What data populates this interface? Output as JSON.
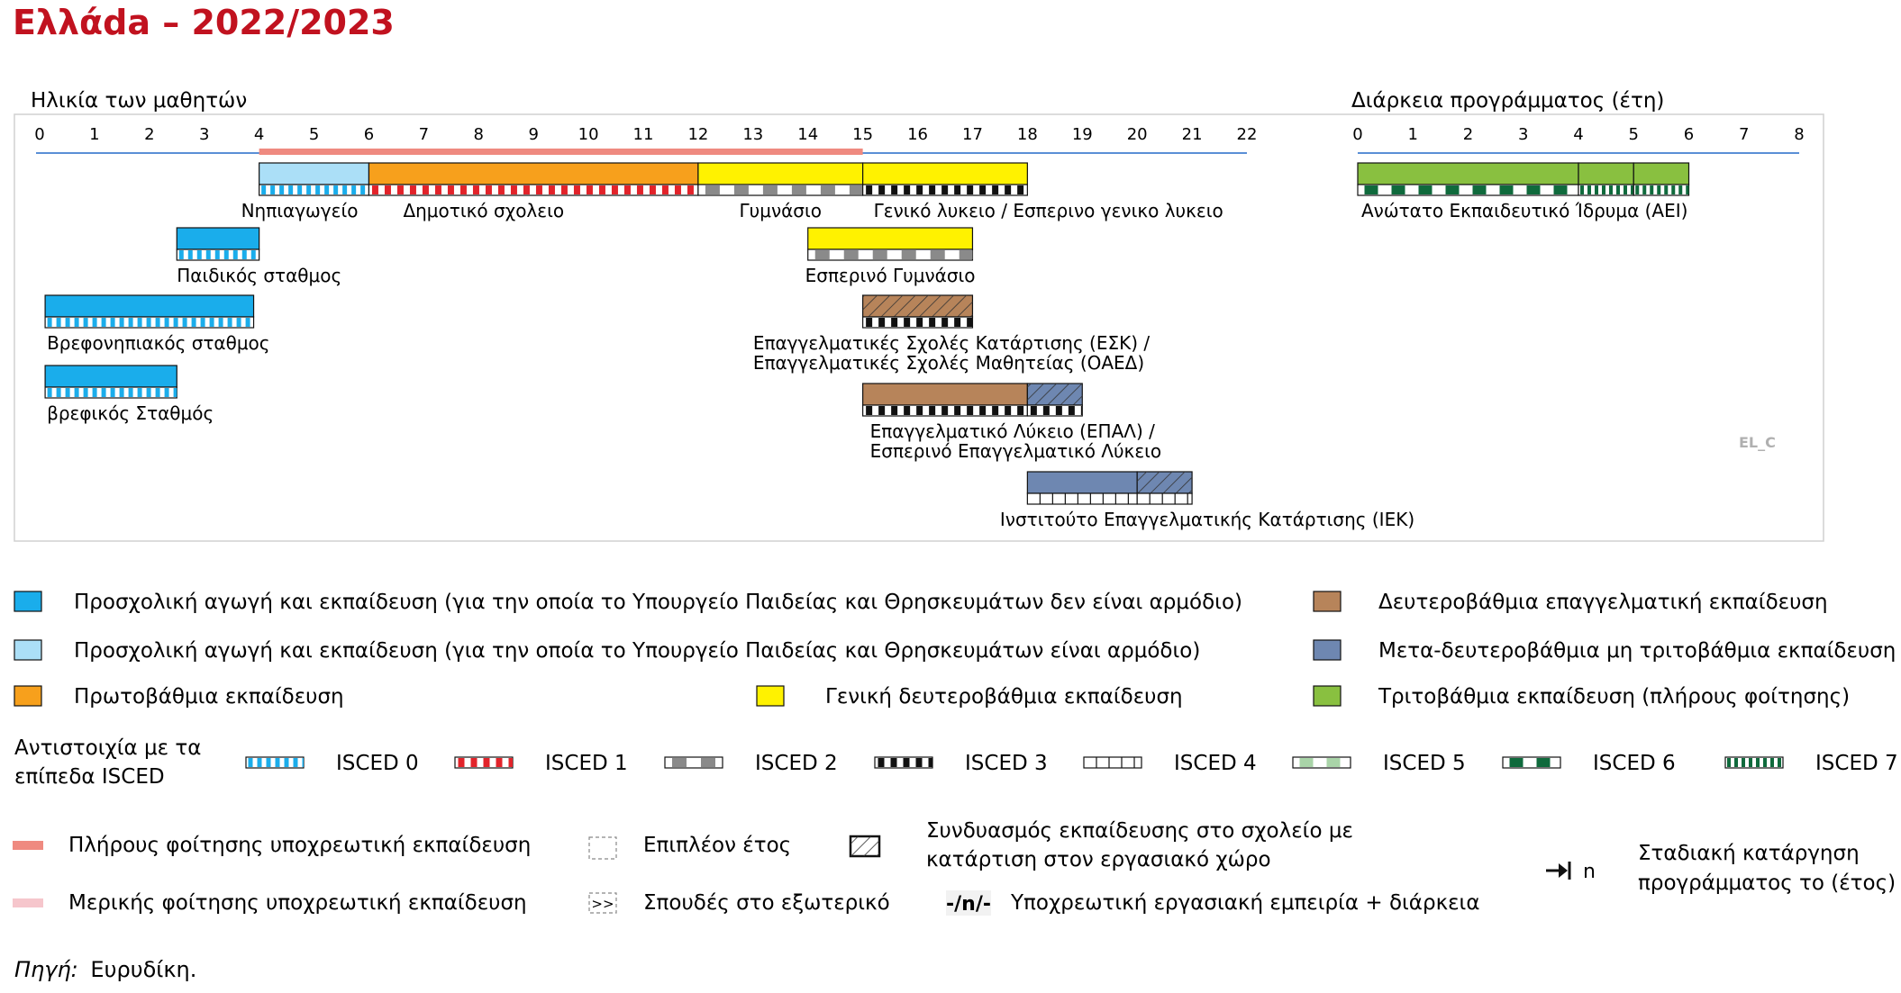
{
  "header": {
    "title": "Ελλάda  – 2022/2023",
    "age_axis_title": "Ηλικία των μαθητών",
    "duration_axis_title": "Διάρκεια προγράμματος (έτη)",
    "country_code": "EL_C"
  },
  "age_axis": {
    "ticks": [
      0,
      1,
      2,
      3,
      4,
      5,
      6,
      7,
      8,
      9,
      10,
      11,
      12,
      13,
      14,
      15,
      16,
      17,
      18,
      19,
      20,
      21,
      22
    ]
  },
  "duration_axis": {
    "ticks": [
      0,
      1,
      2,
      3,
      4,
      5,
      6,
      7,
      8
    ]
  },
  "compulsory_education": {
    "full_time": [
      4,
      15
    ]
  },
  "colors": {
    "preschool_not_ministry": "#1aadeb",
    "preschool_ministry": "#abdff7",
    "primary": "#f7a01c",
    "general_secondary": "#fff200",
    "secondary_vocational": "#b7845a",
    "post_secondary": "#6e87b1",
    "tertiary": "#89c040",
    "isced0": "#1aadeb",
    "isced1": "#e2232a",
    "isced2": "#8a8a8a",
    "isced3": "#111111",
    "isced4": "#ffffff",
    "isced5": "#a9d4a8",
    "isced6": "#0f6a3c",
    "isced7": "#0f6a3c",
    "compulsory_full": "#ef8a80",
    "compulsory_part": "#f6c6cc",
    "title_red": "#c1121f",
    "axis_blue": "#5a8fd6"
  },
  "programmes": [
    {
      "id": "nipiagogeio",
      "label": "Νηπιαγωγείο",
      "start": 4,
      "end": 6,
      "fill": "preschool_ministry",
      "isced": "isced0",
      "row": 0
    },
    {
      "id": "dimotiko",
      "label": "Δημοτικό σχολειο",
      "start": 6,
      "end": 12,
      "fill": "primary",
      "isced": "isced1",
      "row": 0
    },
    {
      "id": "gymnasio",
      "label": "Γυμνάσιο",
      "start": 12,
      "end": 15,
      "fill": "general_secondary",
      "isced": "isced2",
      "row": 0
    },
    {
      "id": "geniko_lykeio",
      "label": "Γενικό λυκειο / Εσπερινο γενικο λυκειο",
      "start": 15,
      "end": 18,
      "fill": "general_secondary",
      "isced": "isced3",
      "row": 0
    },
    {
      "id": "paidikos",
      "label": "Παιδικός σταθμος",
      "start": 2.5,
      "end": 4,
      "fill": "preschool_not_ministry",
      "isced": "isced0",
      "row": 1
    },
    {
      "id": "esperino_gymnasio",
      "label": "Εσπερινό Γυμνάσιο",
      "start": 14,
      "end": 17,
      "fill": "general_secondary",
      "isced": "isced2",
      "row": 1
    },
    {
      "id": "vrefonipiakos",
      "label": "Βρεφονηπιακός σταθμος",
      "start": 0.1,
      "end": 3.9,
      "fill": "preschool_not_ministry",
      "isced": "isced0",
      "row": 2
    },
    {
      "id": "esk",
      "label": "Επαγγελματικές Σχολές Κατάρτισης (ΕΣΚ) /",
      "label2": "Επαγγελματικές Σχολές Μαθητείας (ΟΑΕΔ)",
      "start": 15,
      "end": 17,
      "fill": "secondary_vocational",
      "isced": "isced3",
      "row": 2,
      "work_based": true
    },
    {
      "id": "vrefikos",
      "label": "βρεφικός Σταθμός",
      "start": 0.1,
      "end": 2.5,
      "fill": "preschool_not_ministry",
      "isced": "isced0",
      "row": 3
    },
    {
      "id": "epal",
      "label": "Επαγγελματικό Λύκειο (ΕΠΑΛ) /",
      "label2": "Εσπερινό Επαγγελματικό Λύκειο",
      "start": 15,
      "end": 18,
      "fill": "secondary_vocational",
      "isced": "isced3",
      "row": 3,
      "extra_year": [
        18,
        19
      ]
    },
    {
      "id": "iek",
      "label": "Ινστιτούτο Επαγγελματικής Κατάρτισης (ΙΕΚ)",
      "start": 18,
      "end": 20,
      "fill": "post_secondary",
      "isced": "isced4",
      "row": 4,
      "work_based_part": [
        20,
        21
      ]
    }
  ],
  "tertiary": {
    "label": "Ανώτατο Εκπαιδευτικό Ίδρυμα (ΑΕΙ)",
    "segments": [
      {
        "start": 0,
        "end": 4,
        "isced": "isced6"
      },
      {
        "start": 4,
        "end": 5,
        "isced": "isced7"
      },
      {
        "start": 5,
        "end": 6,
        "isced": "isced7"
      }
    ]
  },
  "legend": {
    "categories": [
      {
        "key": "preschool_not_ministry",
        "label": "Προσχολική αγωγή και εκπαίδευση (για την οποία το Υπουργείο Παιδείας και Θρησκευμάτων δεν είναι αρμόδιο)"
      },
      {
        "key": "preschool_ministry",
        "label": "Προσχολική αγωγή και εκπαίδευση (για την οποία το Υπουργείο Παιδείας και Θρησκευμάτων είναι αρμόδιο)"
      },
      {
        "key": "primary",
        "label": "Πρωτοβάθμια εκπαίδευση"
      },
      {
        "key": "general_secondary",
        "label": "Γενική δευτεροβάθμια εκπαίδευση"
      },
      {
        "key": "secondary_vocational",
        "label": "Δευτεροβάθμια επαγγελματική εκπαίδευση"
      },
      {
        "key": "post_secondary",
        "label": "Μετα-δευτεροβάθμια μη τριτοβάθμια εκπαίδευση"
      },
      {
        "key": "tertiary",
        "label": "Τριτοβάθμια εκπαίδευση (πλήρους φοίτησης)"
      }
    ],
    "isced_title_line1": "Αντιστοιχία με τα",
    "isced_title_line2": "επίπεδα ISCED",
    "isced_levels": [
      "ISCED 0",
      "ISCED 1",
      "ISCED 2",
      "ISCED 3",
      "ISCED 4",
      "ISCED 5",
      "ISCED 6",
      "ISCED 7"
    ],
    "compulsory_full": "Πλήρους φοίτησης υποχρεωτική εκπαίδευση",
    "compulsory_part": "Μερικής φοίτησης υποχρεωτική εκπαίδευση",
    "extra_year": "Επιπλέον έτος",
    "study_abroad": "Σπουδές στο εξωτερικό",
    "study_abroad_symbol": ">>",
    "work_based_line1": "Συνδυασμός εκπαίδευσης στο σχολείο με",
    "work_based_line2": "κατάρτιση στον εργασιακό χώρο",
    "work_experience_symbol": "-/n/-",
    "work_experience": "Υποχρεωτική εργασιακή εμπειρία + διάρκεια",
    "phase_out_symbol": "n",
    "phase_out_line1": "Σταδιακή κατάργηση",
    "phase_out_line2": "προγράμματος το (έτος)"
  },
  "source": {
    "label": "Πηγή:",
    "text": "Ευρυδίκη."
  }
}
